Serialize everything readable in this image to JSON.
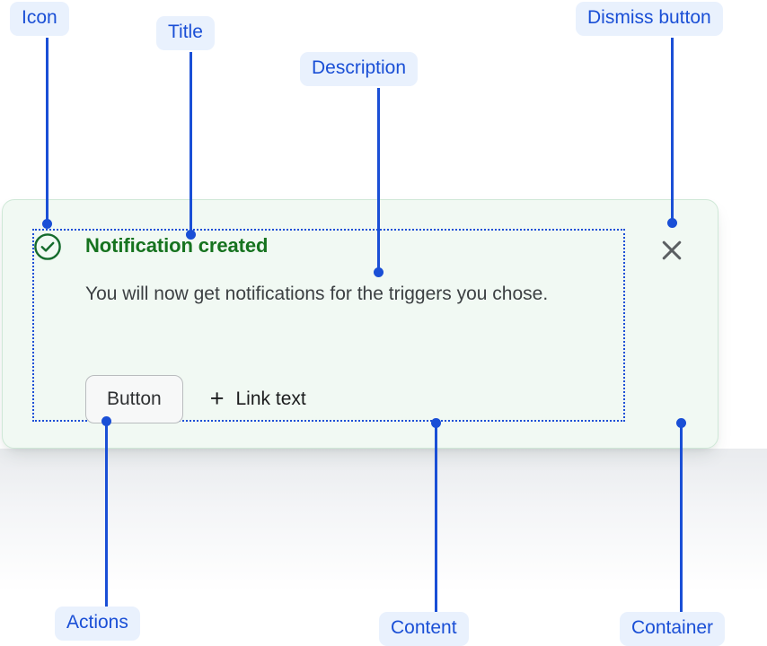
{
  "notification": {
    "icon": "check-circle-icon",
    "title": "Notification created",
    "description": "You will now get notifications for the triggers you chose.",
    "dismiss_icon": "close-icon",
    "actions": {
      "button_label": "Button",
      "link_plus_glyph": "+",
      "link_label": "Link text"
    },
    "colors": {
      "card_background": "#f1f9f3",
      "card_border": "#cfe8d7",
      "title": "#16731f",
      "icon": "#156b2c",
      "description": "#3c4043",
      "dismiss": "#5b5f62",
      "button_background": "#f7f8f8",
      "button_border": "#b9bcbe"
    }
  },
  "annotations": {
    "accent_color": "#1a4fd6",
    "pill_background": "#e9f1fd",
    "items": [
      {
        "key": "icon",
        "label": "Icon"
      },
      {
        "key": "title",
        "label": "Title"
      },
      {
        "key": "desc",
        "label": "Description"
      },
      {
        "key": "dismiss",
        "label": "Dismiss button"
      },
      {
        "key": "actions",
        "label": "Actions"
      },
      {
        "key": "content",
        "label": "Content"
      },
      {
        "key": "container",
        "label": "Container"
      }
    ]
  }
}
